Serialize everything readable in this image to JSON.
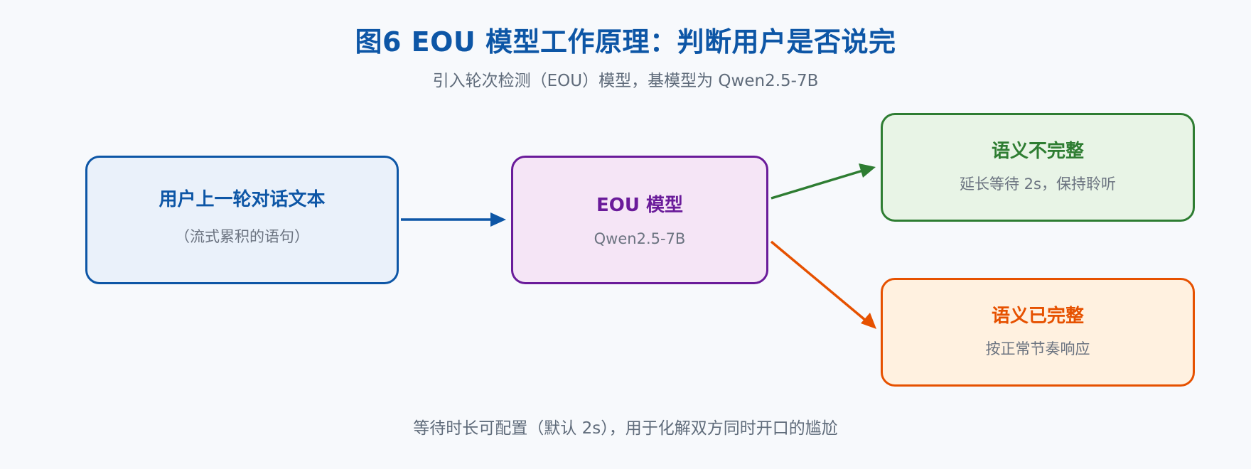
{
  "title": "图6 EOU 模型工作原理：判断用户是否说完",
  "subtitle": "引入轮次检测（EOU）模型，基模型为 Qwen2.5-7B",
  "nodes": {
    "input": {
      "title": "用户上一轮对话文本",
      "desc": "（流式累积的语句）",
      "border_color": "#0d56a6",
      "fill_color": "#eaf1fa"
    },
    "model": {
      "title": "EOU 模型",
      "desc": "Qwen2.5-7B",
      "border_color": "#6a1b9a",
      "fill_color": "#f5e5f6"
    },
    "incomplete": {
      "title": "语义不完整",
      "desc": "延长等待 2s，保持聆听",
      "border_color": "#2e7d32",
      "fill_color": "#e8f4e6"
    },
    "complete": {
      "title": "语义已完整",
      "desc": "按正常节奏响应",
      "border_color": "#e65100",
      "fill_color": "#fff1e0"
    }
  },
  "edges": [
    {
      "from": "input",
      "to": "model",
      "color": "#0d56a6"
    },
    {
      "from": "model",
      "to": "incomplete",
      "color": "#2e7d32"
    },
    {
      "from": "model",
      "to": "complete",
      "color": "#e65100"
    }
  ],
  "footer": "等待时长可配置（默认 2s），用于化解双方同时开口的尴尬"
}
